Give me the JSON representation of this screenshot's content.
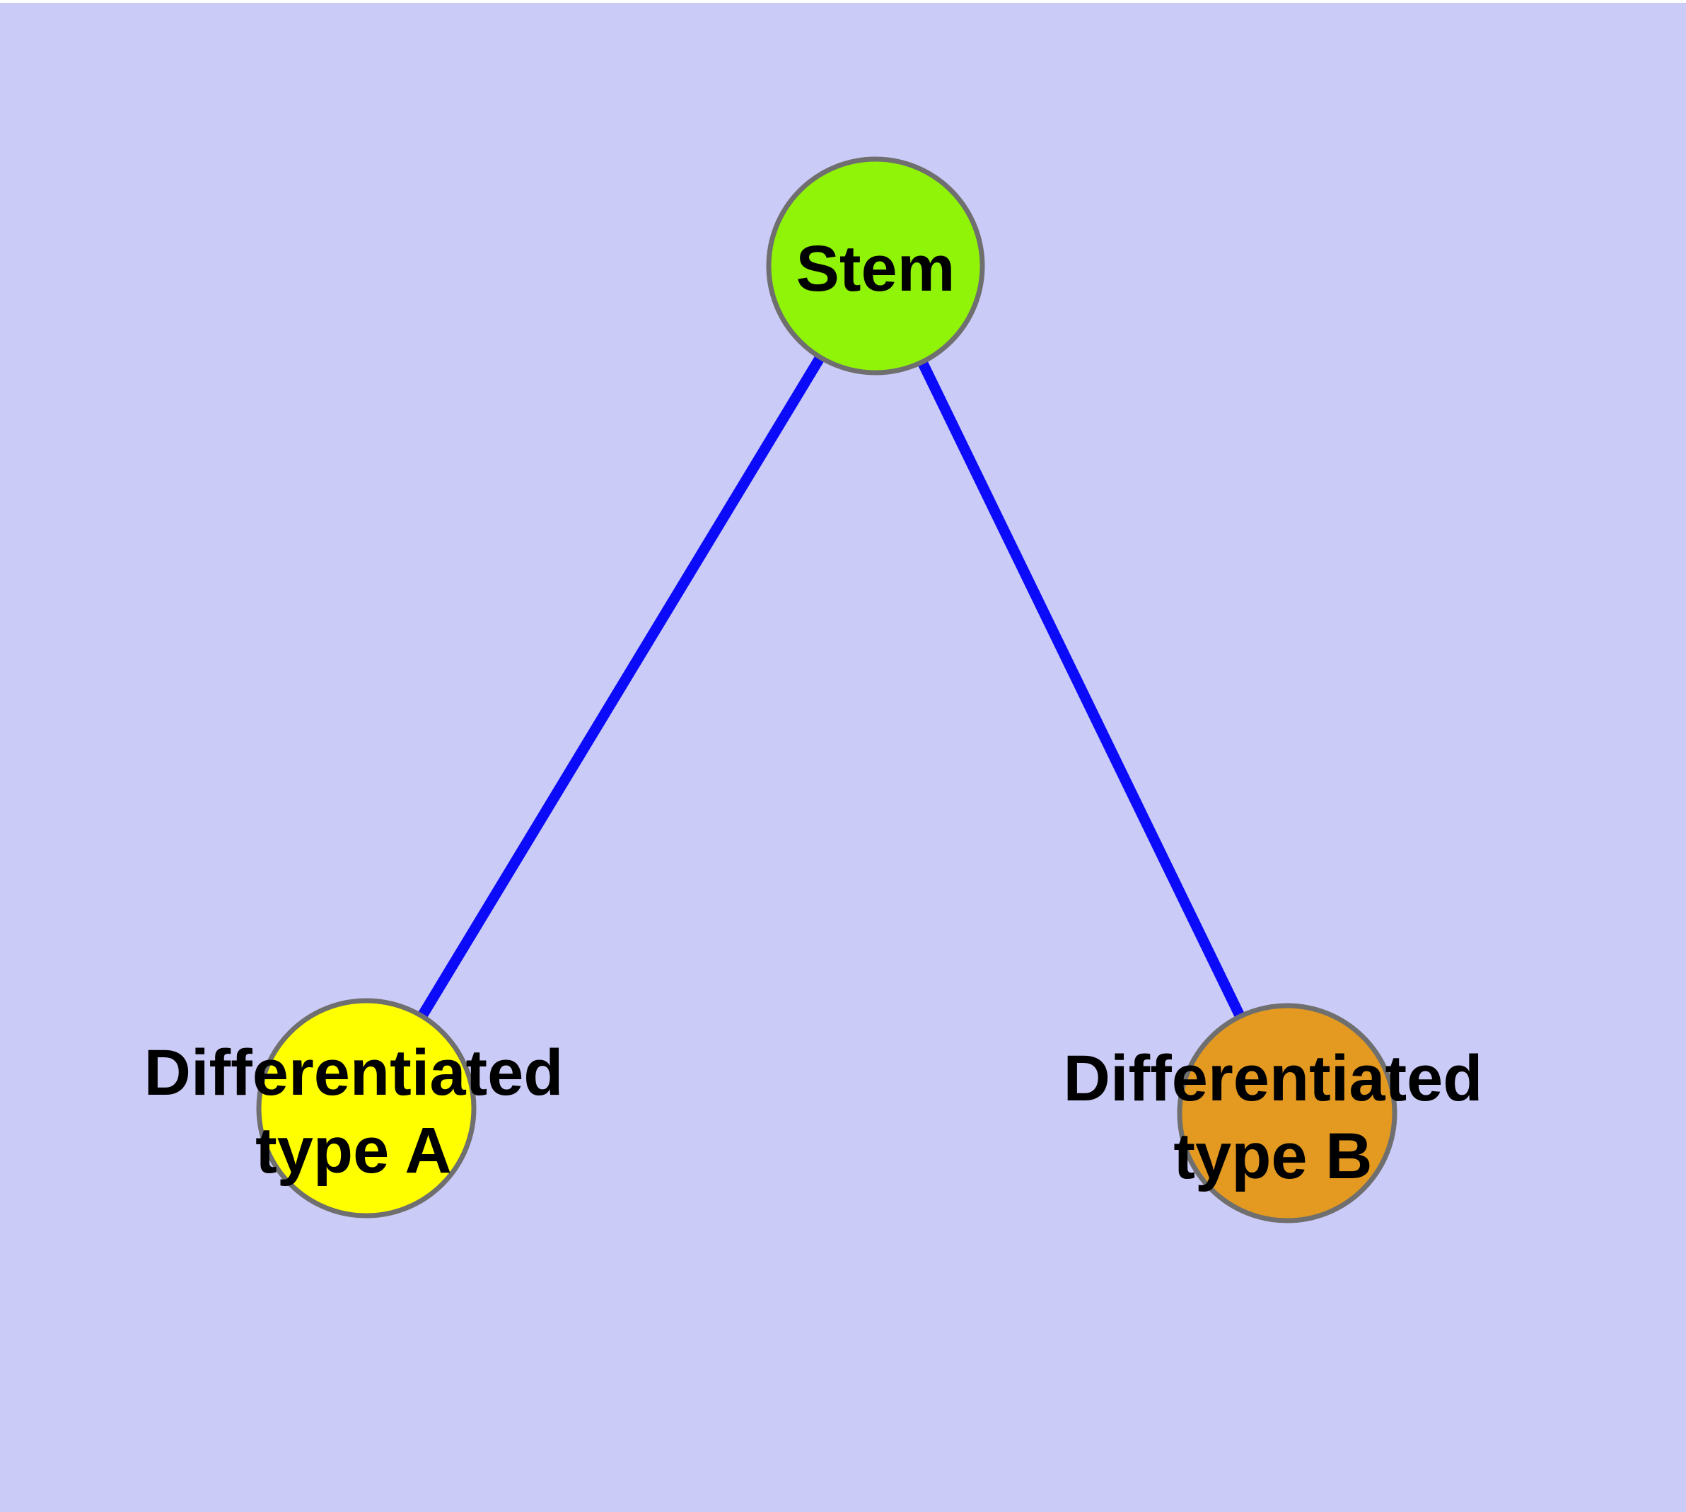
{
  "diagram": {
    "type": "graph",
    "description": "Cell differentiation hierarchy diagram: one stem node linked to two differentiated cell type nodes",
    "background_color": "#cbcbf7",
    "edge_color": "#0b0bfa",
    "node_border_color": "#6f6f6f",
    "label_color": "#000000",
    "nodes": [
      {
        "id": "stem",
        "label": "Stem",
        "fill_color": "#90f408"
      },
      {
        "id": "type-a",
        "label": "Differentiated\ntype A",
        "fill_color": "#ffff00"
      },
      {
        "id": "type-b",
        "label": "Differentiated\ntype B",
        "fill_color": "#e49a20"
      }
    ],
    "edges": [
      {
        "from": "Stem",
        "to": "Differentiated type A"
      },
      {
        "from": "Stem",
        "to": "Differentiated type B"
      }
    ]
  }
}
